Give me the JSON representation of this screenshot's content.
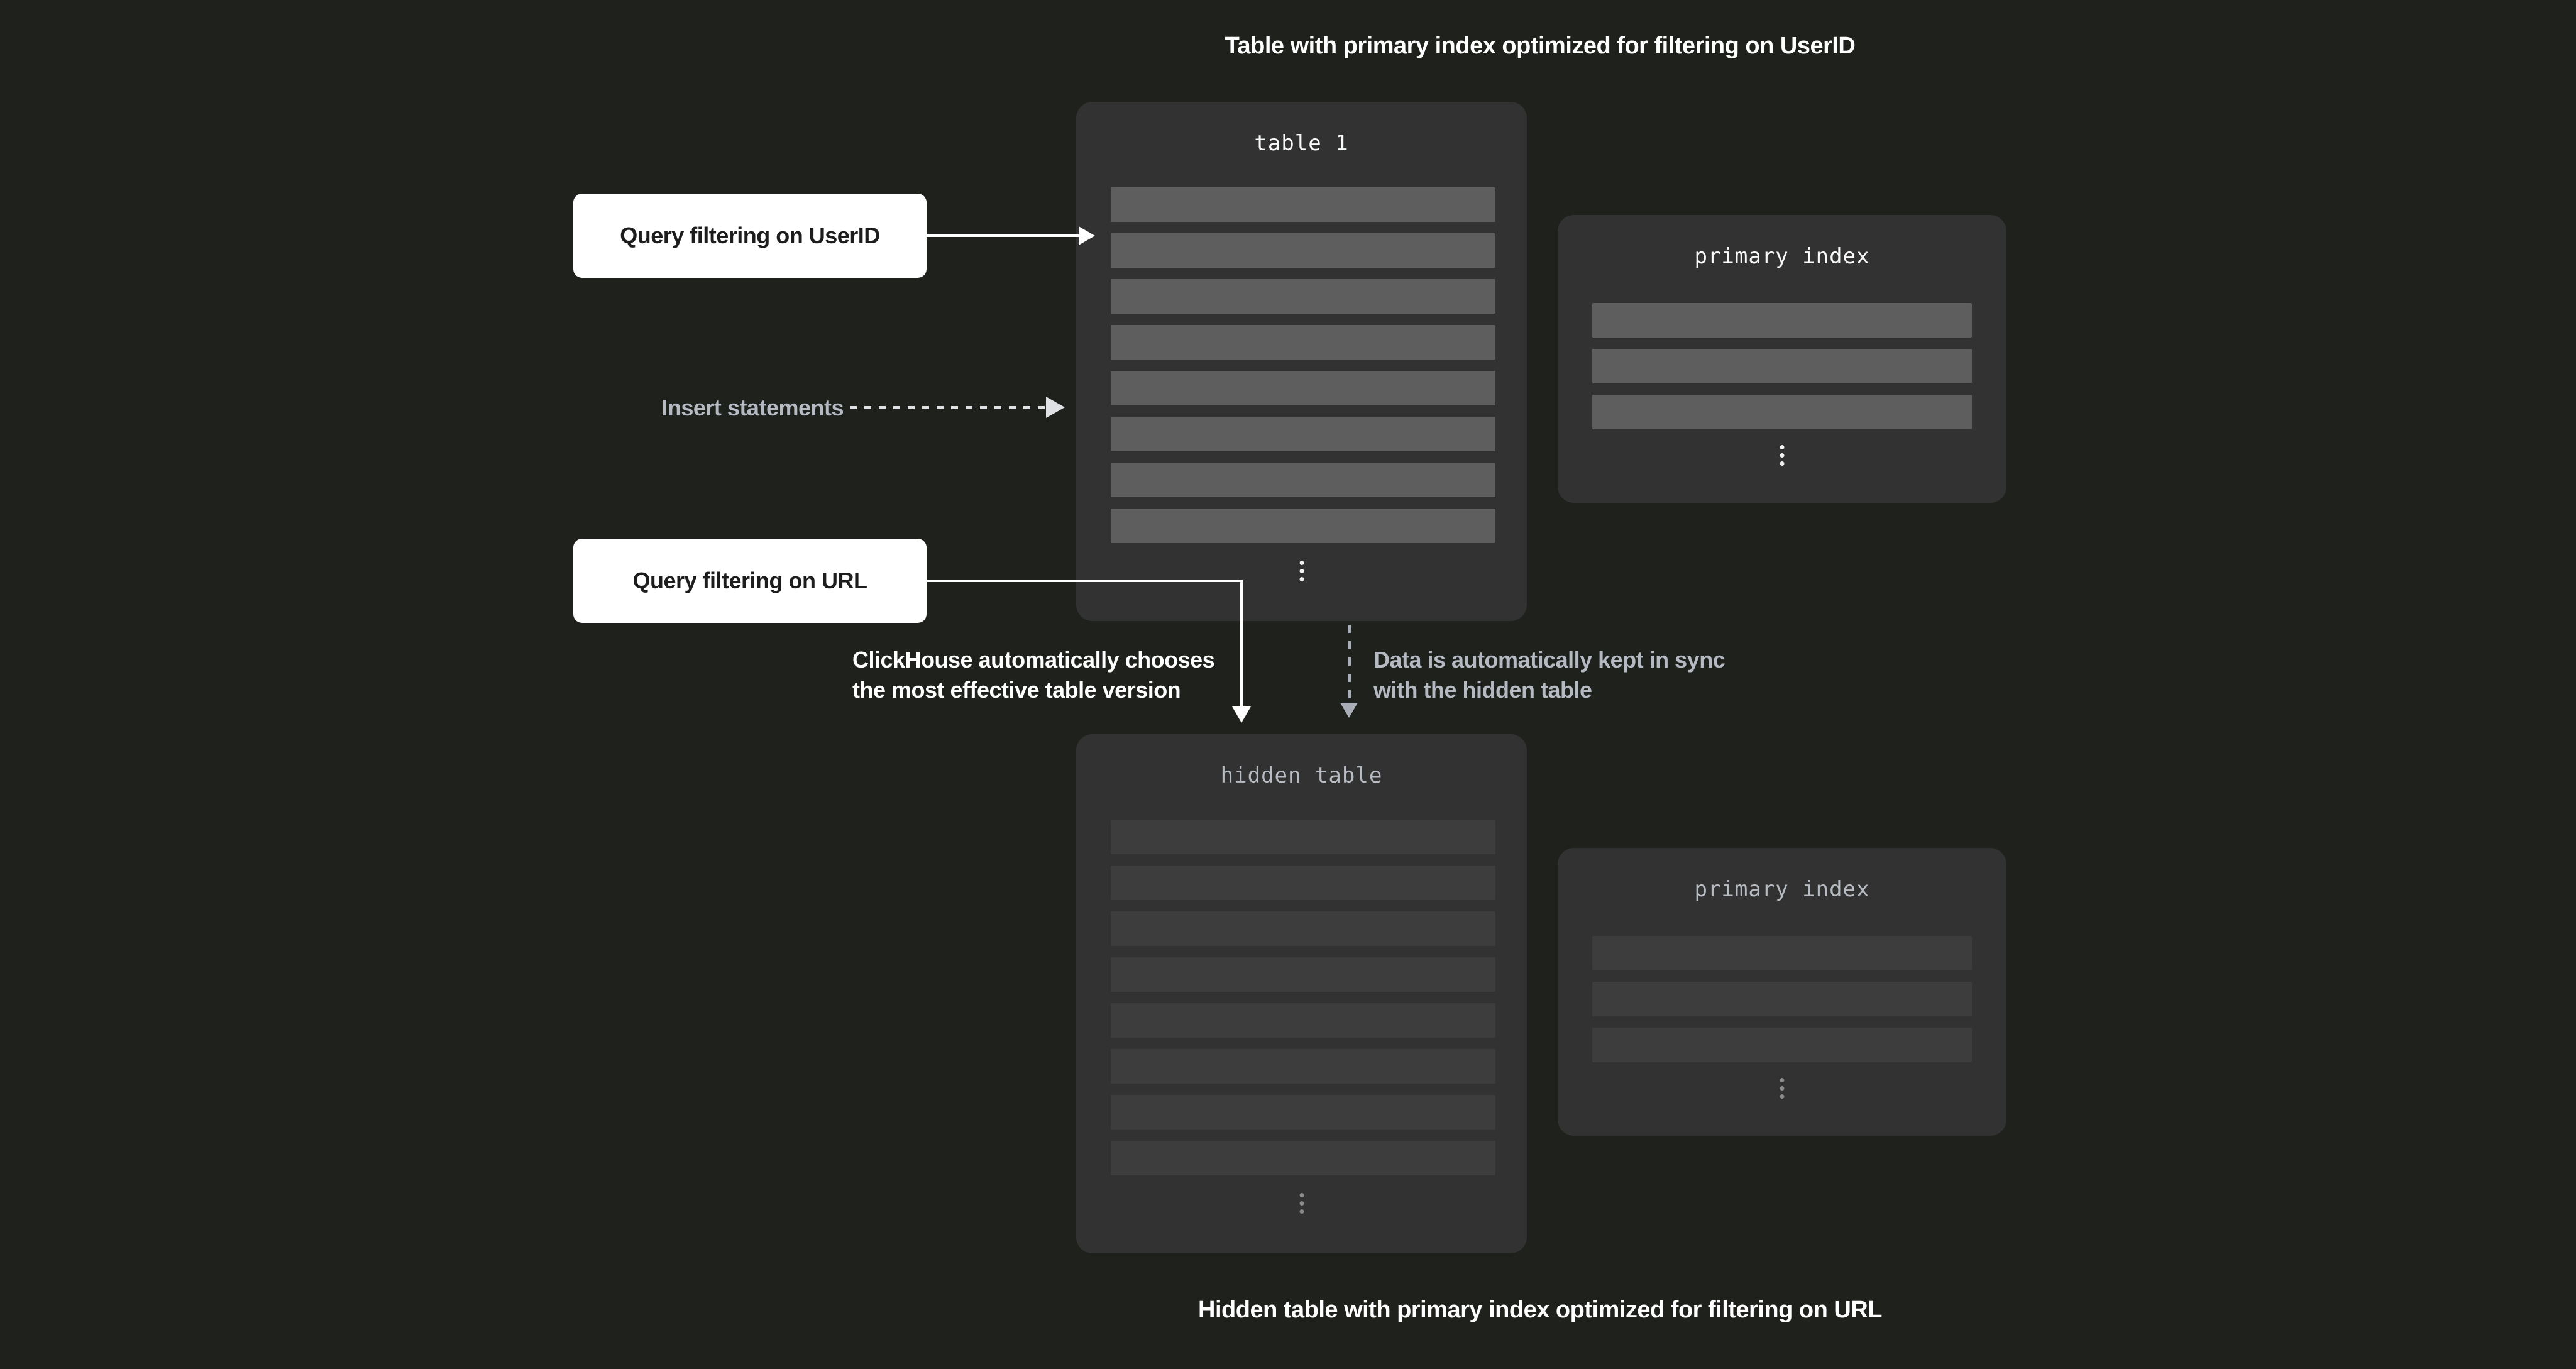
{
  "captions": {
    "top": "Table with primary index optimized for filtering on UserID",
    "bottom": "Hidden table with primary index optimized for filtering on URL"
  },
  "callouts": {
    "query_userid": "Query filtering on UserID",
    "query_url": "Query filtering on URL"
  },
  "annotations": {
    "insert": "Insert statements",
    "auto_choose": {
      "line1": "ClickHouse automatically chooses",
      "line2": "the most effective table version"
    },
    "sync": {
      "line1": "Data is automatically kept in sync",
      "line2": "with the hidden table"
    }
  },
  "boxes": {
    "table1": {
      "title": "table 1",
      "row_count": 8
    },
    "primary_index_top": {
      "title": "primary index",
      "row_count": 3
    },
    "hidden_table": {
      "title": "hidden table",
      "row_count": 8
    },
    "primary_index_bottom": {
      "title": "primary index",
      "row_count": 3
    }
  },
  "colors": {
    "background": "#1f211c",
    "panel": "#323232",
    "row_bright": "#5e5e5e",
    "row_dim": "#3d3d3d",
    "white": "#ffffff",
    "title_bright": "#f8f9f9",
    "title_dim": "#b7bbc2",
    "gray_label": "#b5bac2",
    "dots_bright": "#f2f2f2",
    "dots_dim": "#8b8b8b",
    "callout_text": "#1d1d1d",
    "dash_insert": "#dfe1e4",
    "dash_sync": "#a9aeb6"
  }
}
